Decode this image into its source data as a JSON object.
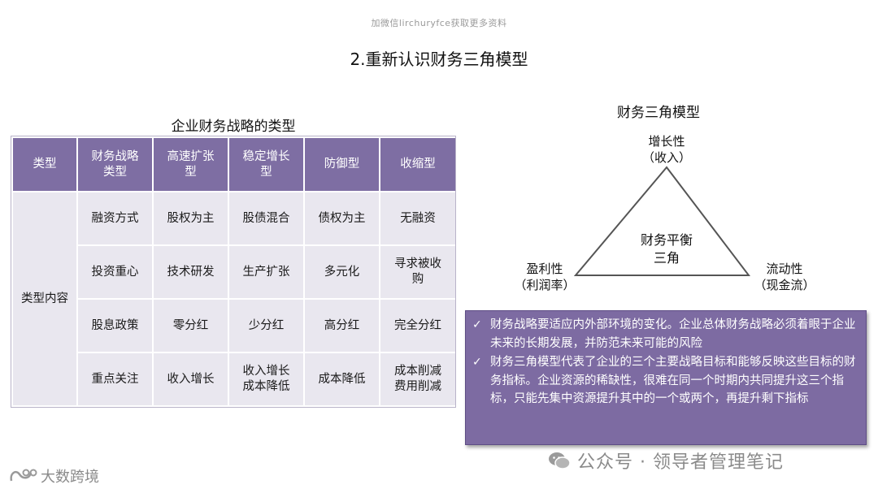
{
  "top_note": "加微信lirchuryfce获取更多资料",
  "slide_title": "2.重新认识财务三角模型",
  "table": {
    "title": "企业财务战略的类型",
    "headers": [
      "类型",
      "财务战略\n类型",
      "高速扩张\n型",
      "稳定增长\n型",
      "防御型",
      "收缩型"
    ],
    "category": "类型内容",
    "rows": [
      [
        "融资方式",
        "股权为主",
        "股债混合",
        "债权为主",
        "无融资"
      ],
      [
        "投资重心",
        "技术研发",
        "生产扩张",
        "多元化",
        "寻求被收\n购"
      ],
      [
        "股息政策",
        "零分红",
        "少分红",
        "高分红",
        "完全分红"
      ],
      [
        "重点关注",
        "收入增长",
        "收入增长\n成本降低",
        "成本降低",
        "成本削减\n费用削减"
      ]
    ]
  },
  "triangle": {
    "title": "财务三角模型",
    "top": "增长性\n（收入）",
    "left": "盈利性\n（利润率）",
    "right": "流动性\n（现金流）",
    "center": "财务平衡\n三角"
  },
  "notes": [
    "财务战略要适应内外部环境的变化。企业总体财务战略必须着眼于企业未来的长期发展，并防范未来可能的风险",
    "财务三角模型代表了企业的三个主要战略目标和能够反映这些目标的财务指标。企业资源的稀缺性，很难在同一个时期内共同提升这三个指标，只能先集中资源提升其中的一个或两个，再提升剩下指标"
  ],
  "check_glyph": "✓",
  "watermark": "公众号 · 领导者管理笔记",
  "brand_logo": "大数跨境",
  "colors": {
    "header_purple": "#7e6ea3",
    "cell_light": "#e9e7ef",
    "notes_purple": "#7d6ba2"
  }
}
